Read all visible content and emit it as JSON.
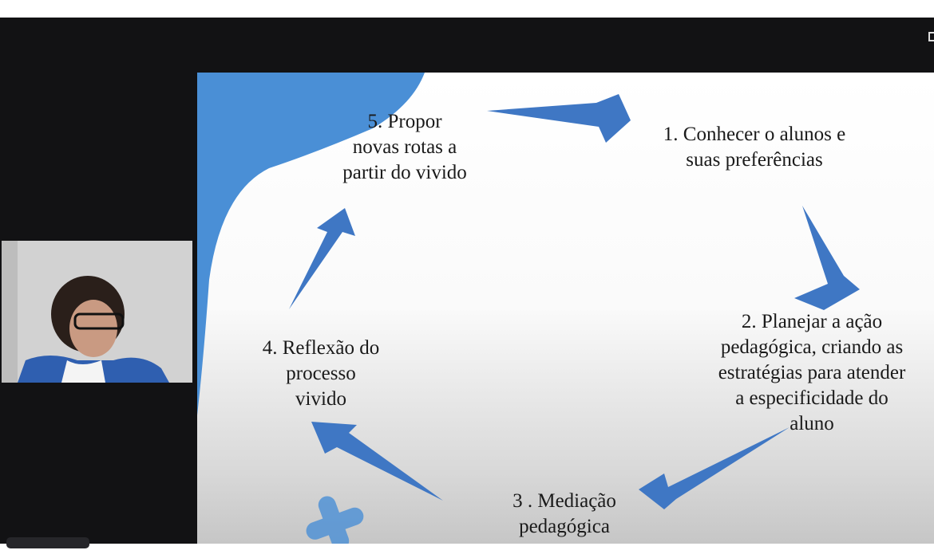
{
  "slide": {
    "steps": [
      {
        "id": "step-1",
        "text": "1. Conhecer o alunos e\nsuas preferências"
      },
      {
        "id": "step-2",
        "text": "2. Planejar a ação\npedagógica, criando as\nestratégias para atender\na especificidade do\naluno"
      },
      {
        "id": "step-3",
        "text": "3 . Mediação\npedagógica"
      },
      {
        "id": "step-4",
        "text": "4. Reflexão do\nprocesso\nvivido"
      },
      {
        "id": "step-5",
        "text": "5. Propor\nnovas rotas a\npartir do vivido"
      }
    ],
    "colors": {
      "accent": "#4a8fd6",
      "arrow": "#3f77c4",
      "background": "#121214"
    }
  },
  "participant": {
    "video": "webcam-participant"
  }
}
